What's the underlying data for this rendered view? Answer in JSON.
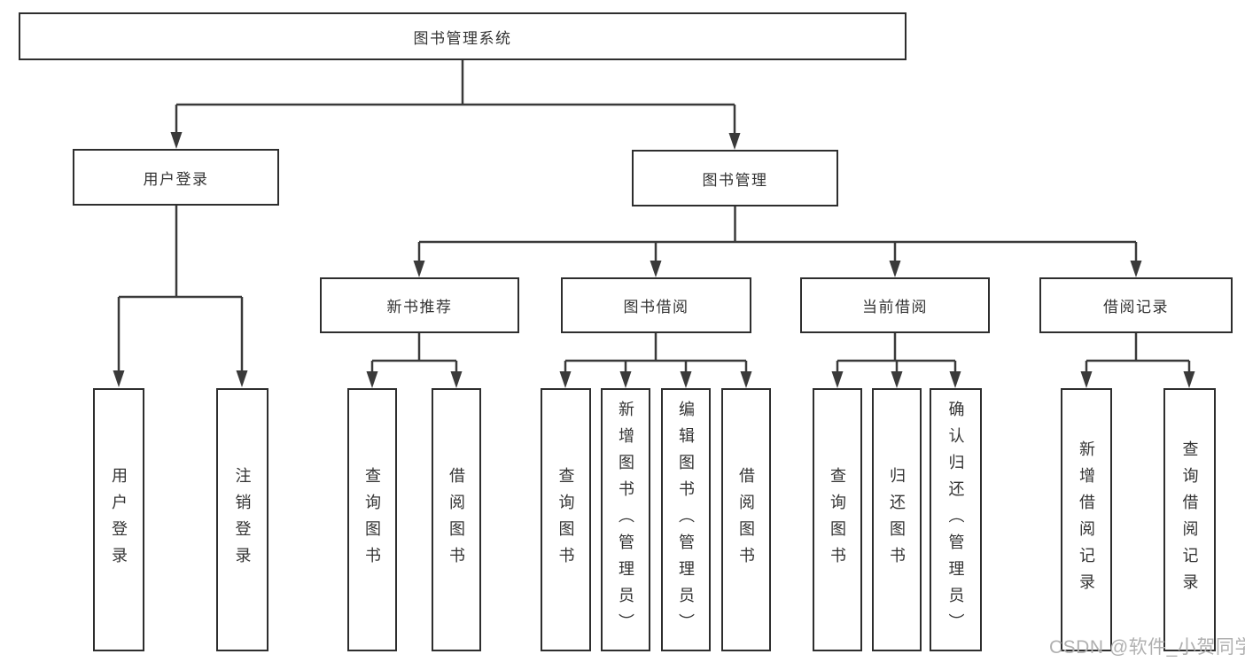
{
  "nodes": {
    "root": "图书管理系统",
    "user_login": "用户登录",
    "book_management": "图书管理",
    "new_book_recommend": "新书推荐",
    "book_borrow": "图书借阅",
    "current_borrow": "当前借阅",
    "borrow_records": "借阅记录",
    "login_children": [
      "用户登录",
      "注销登录"
    ],
    "recommend_children": [
      "查询图书",
      "借阅图书"
    ],
    "borrow_children": [
      "查询图书",
      "新增图书（管理员）",
      "编辑图书（管理员）",
      "借阅图书"
    ],
    "current_children": [
      "查询图书",
      "归还图书",
      "确认归还（管理员）"
    ],
    "records_children": [
      "新增借阅记录",
      "查询借阅记录"
    ]
  },
  "watermark": "CSDN @软件_小贺同学",
  "colors": {
    "line": "#3a3a3a",
    "box_border": "#2e2e2e",
    "text": "#333333",
    "watermark": "#b0b0b0",
    "background": "#ffffff"
  }
}
